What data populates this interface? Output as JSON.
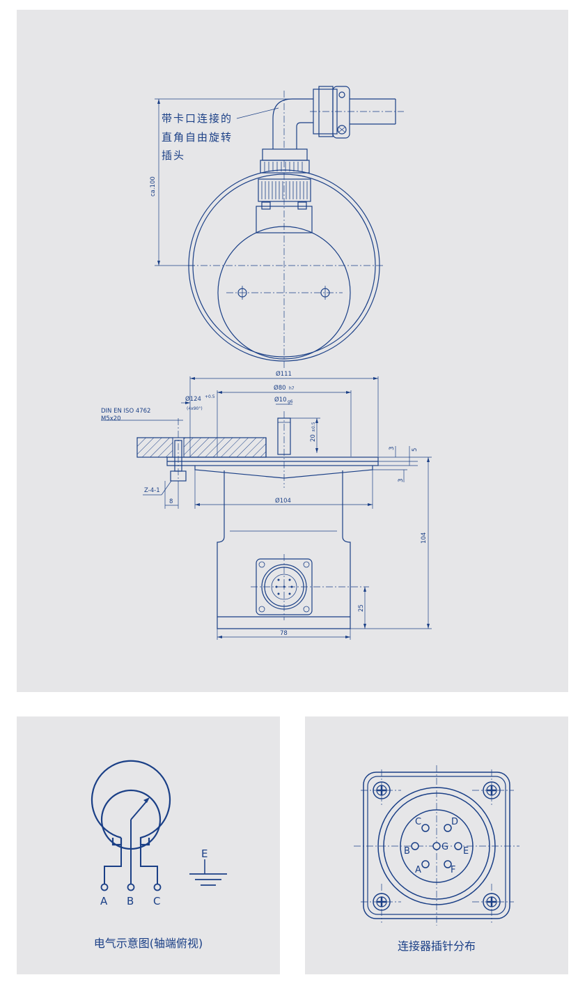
{
  "main_drawing": {
    "note_line1": "带卡口连接的",
    "note_line2": "直角自由旋转",
    "note_line3": "插头",
    "dim_ca100": "ca.100",
    "dim_d111": "Ø111",
    "dim_d80": "Ø80",
    "dim_d80_tol": "h7",
    "dim_d124": "Ø124",
    "dim_d124_tol": "+0.5",
    "dim_4x90": "(4x90°)",
    "dim_d10": "Ø10",
    "dim_d10_tol": "g6",
    "dim_20": "20",
    "dim_20_tol": "±0.5",
    "screw_spec1": "DIN EN ISO 4762",
    "screw_spec2": "M5x20",
    "dim_3a": "3",
    "dim_5": "5",
    "dim_3b": "3",
    "ref_z41": "Z-4-1",
    "dim_8": "8",
    "dim_d104": "Ø104",
    "dim_104": "104",
    "dim_25": "25",
    "dim_78": "78"
  },
  "electrical": {
    "caption": "电气示意图(轴端俯视)",
    "terminal_a": "A",
    "terminal_b": "B",
    "terminal_c": "C",
    "earth_label": "E"
  },
  "connector": {
    "caption": "连接器插针分布",
    "pins": {
      "a": "A",
      "b": "B",
      "c": "C",
      "d": "D",
      "e": "E",
      "f": "F",
      "g": "G"
    }
  }
}
